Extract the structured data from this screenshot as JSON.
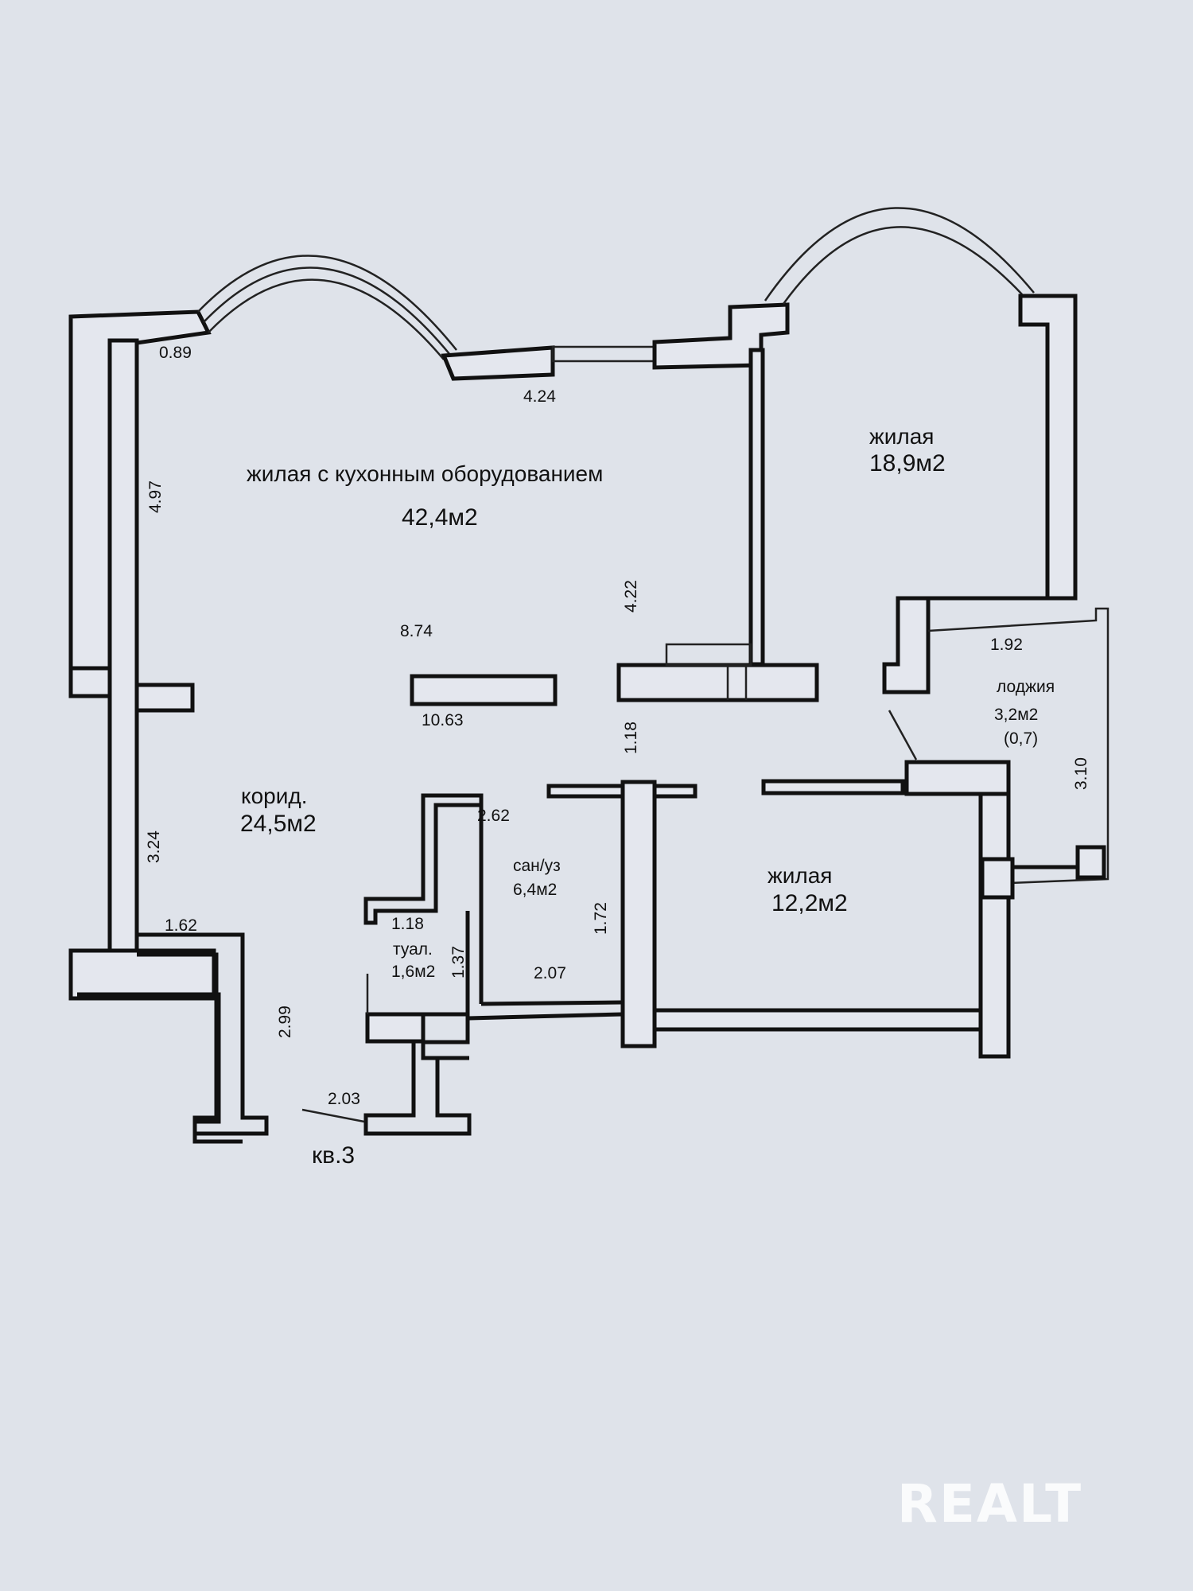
{
  "plan": {
    "apartment": "кв.3",
    "rooms": [
      {
        "name": "жилая с кухонным оборудованием",
        "area": "42,4м2"
      },
      {
        "name": "жилая",
        "area": "18,9м2"
      },
      {
        "name": "лоджия",
        "area": "3,2м2",
        "extra": "(0,7)"
      },
      {
        "name": "корид.",
        "area": "24,5м2"
      },
      {
        "name": "сан/уз",
        "area": "6,4м2"
      },
      {
        "name": "жилая",
        "area": "12,2м2"
      },
      {
        "name": "туал.",
        "area": "1,6м2"
      }
    ],
    "dimensions": [
      "0.89",
      "4.24",
      "4.97",
      "4.22",
      "8.74",
      "10.63",
      "1.92",
      "1.18",
      "3.10",
      "3.24",
      "2.62",
      "1.72",
      "1.62",
      "1.18",
      "1.37",
      "2.07",
      "2.99",
      "2.03"
    ]
  },
  "watermark": "REALT"
}
